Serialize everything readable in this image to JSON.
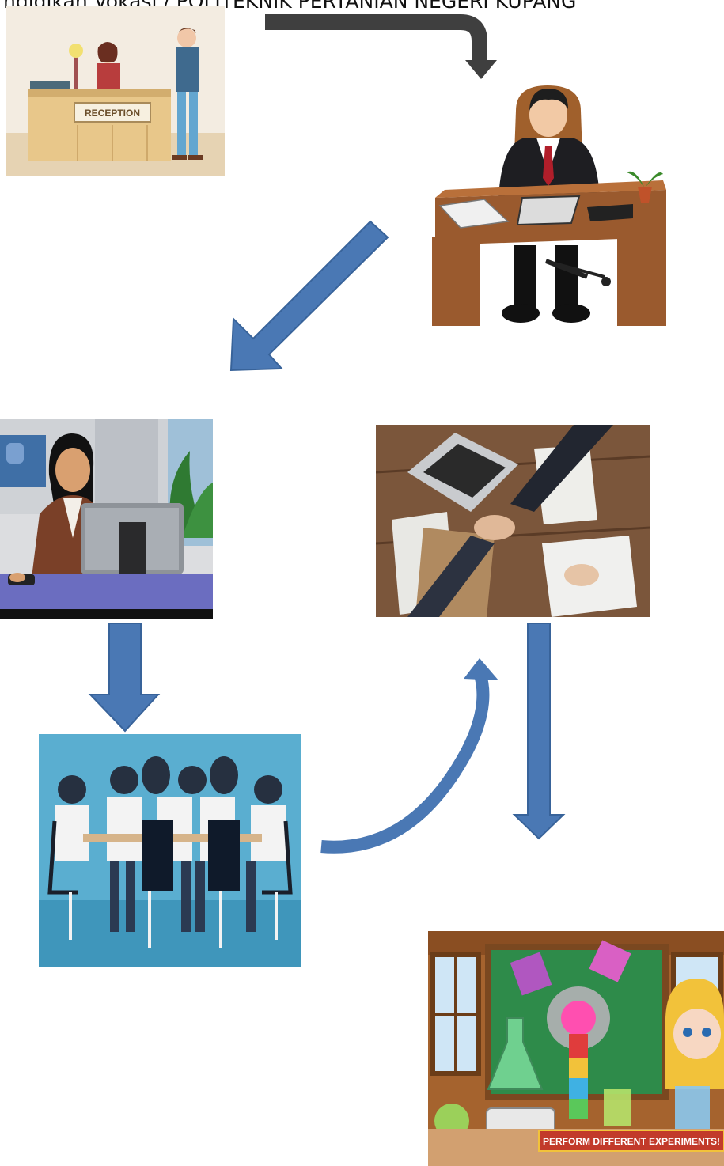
{
  "header": {
    "text": "ndidikan Vokasi / POLITEKNIK PERTANIAN NEGERI KUPANG"
  },
  "reception": {
    "sign": "RECEPTION"
  },
  "lab": {
    "banner": "PERFORM DIFFERENT EXPERIMENTS!"
  },
  "colors": {
    "arrow_blue": "#4a78b4",
    "arrow_gray": "#3f3f3f",
    "board_green": "#2e8b4a",
    "meeting_bg": "#5aaed0"
  }
}
